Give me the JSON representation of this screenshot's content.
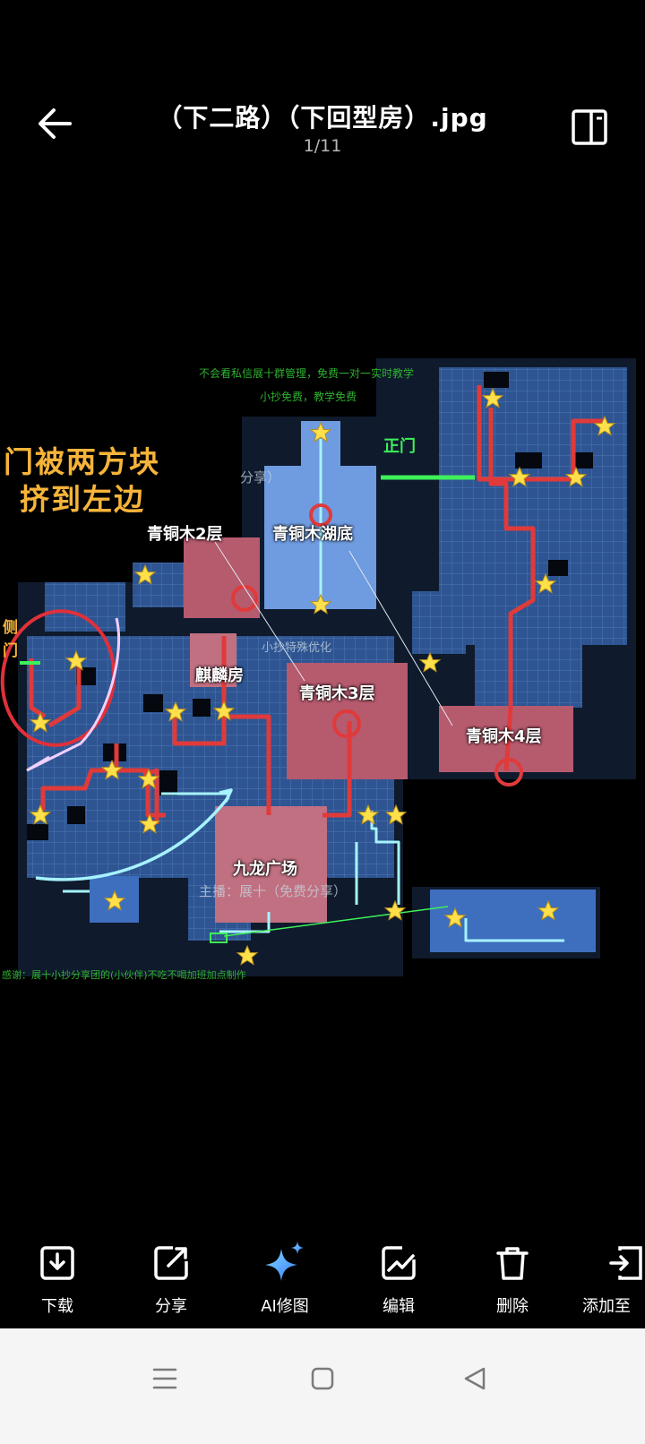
{
  "header": {
    "title": "（下二路）（下回型房）.jpg",
    "counter": "1/11"
  },
  "icons": {
    "back": "arrow-left-icon",
    "detail": "info-panel-icon"
  },
  "map": {
    "watermark_top": "不会看私信展十群管理，免费一对一实时教学",
    "watermark_top2": "小抄免费，教学免费",
    "note_line1": "门被两方块",
    "note_line2": "挤到左边",
    "side_door": "侧\n门",
    "main_gate": "正门",
    "share_partial": "分享）",
    "rooms": {
      "bronze_2f": "青铜木2层",
      "bronze_lake": "青铜木湖底",
      "qilin": "麒麟房",
      "bronze_3f": "青铜木3层",
      "bronze_4f": "青铜木4层",
      "jiulong": "九龙广场"
    },
    "host": "主播：展十（免费分享）",
    "watermark_mid": "小抄特殊优化",
    "watermark_bottom": "感谢：展十小抄分享团的(小伙伴)不吃不喝加班加点制作"
  },
  "toolbar": {
    "items": [
      {
        "label": "下载",
        "icon": "download-icon"
      },
      {
        "label": "分享",
        "icon": "share-icon"
      },
      {
        "label": "AI修图",
        "icon": "ai-sparkle-icon"
      },
      {
        "label": "编辑",
        "icon": "edit-icon"
      },
      {
        "label": "删除",
        "icon": "trash-icon"
      },
      {
        "label": "添加至",
        "icon": "add-to-icon"
      }
    ]
  },
  "navbar": {
    "menu": "menu-icon",
    "home": "home-icon",
    "back": "back-triangle-icon"
  },
  "colors": {
    "room_blue": "#4a78c2",
    "room_pink": "#b65a6e",
    "route_red": "#e03a3a",
    "route_cyan": "#9ef0ff",
    "star": "#ffe04a"
  }
}
